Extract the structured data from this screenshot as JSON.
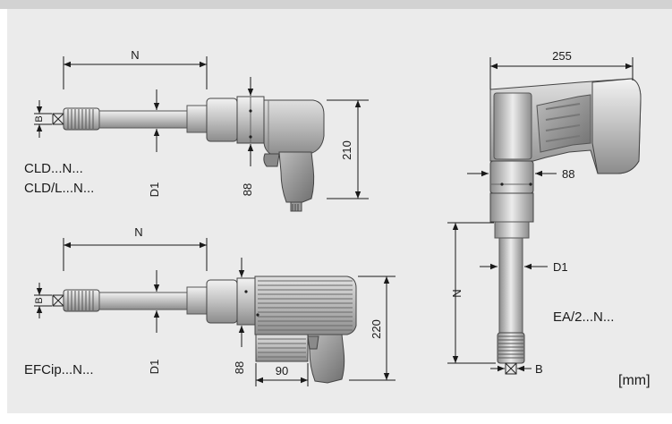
{
  "tools": {
    "top_left": {
      "models": [
        "CLD...N...",
        "CLD/L...N..."
      ],
      "dim_length": "N",
      "dim_bit": "B",
      "dim_diameter": "D1",
      "dim_head": "88",
      "dim_height": "210"
    },
    "bottom_left": {
      "models": [
        "EFCip...N..."
      ],
      "dim_length": "N",
      "dim_bit": "B",
      "dim_diameter": "D1",
      "dim_head": "88",
      "dim_height": "220",
      "dim_motor": "90"
    },
    "right": {
      "models": [
        "EA/2...N..."
      ],
      "dim_width": "255",
      "dim_head": "88",
      "dim_diameter": "D1",
      "dim_length": "N",
      "dim_bit": "B"
    }
  },
  "unit_label": "[mm]"
}
